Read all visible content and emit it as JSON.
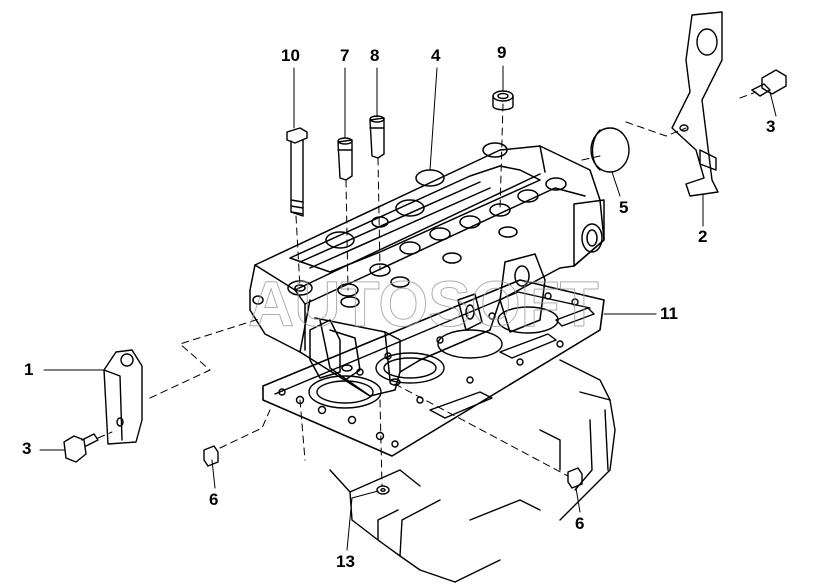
{
  "diagram": {
    "watermark": "AUTOSOFT",
    "callouts": {
      "c10": "10",
      "c7": "7",
      "c8": "8",
      "c4": "4",
      "c9": "9",
      "c3_right": "3",
      "c5": "5",
      "c2": "2",
      "c11": "11",
      "c1": "1",
      "c3_left": "3",
      "c6_left": "6",
      "c6_right": "6",
      "c13": "13"
    }
  }
}
